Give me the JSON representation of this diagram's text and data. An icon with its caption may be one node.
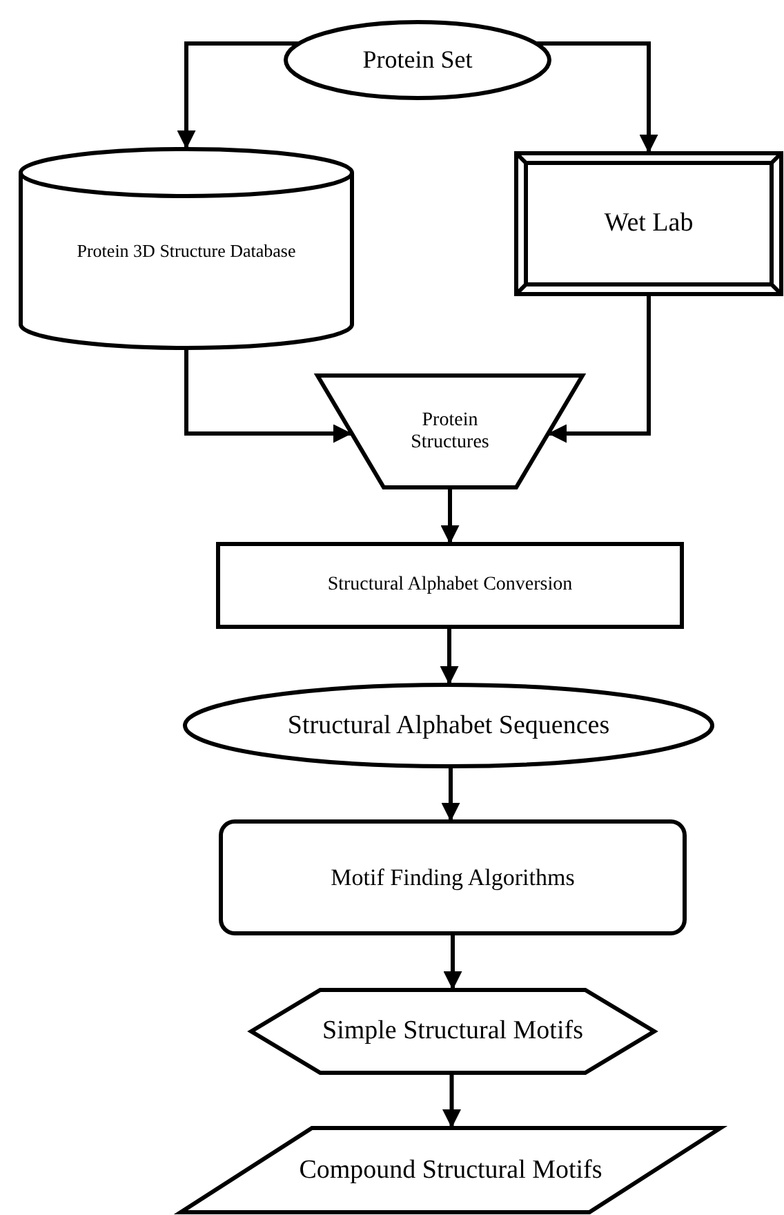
{
  "diagram": {
    "nodes": [
      {
        "text": [
          "Protein Set"
        ]
      },
      {
        "text": [
          "Protein 3D Structure Database"
        ]
      },
      {
        "text": [
          "Wet Lab"
        ]
      },
      {
        "text": [
          "Protein Structures"
        ]
      },
      {
        "text": [
          "Structural Alphabet Conversion"
        ]
      },
      {
        "text": [
          "Structural Alphabet Sequences"
        ]
      },
      {
        "text": [
          "Motif Finding Algorithms"
        ]
      },
      {
        "text": [
          "Simple Structural Motifs"
        ]
      },
      {
        "text": [
          "Compound Structural Motifs"
        ]
      }
    ],
    "edges": [
      {
        "from": 0,
        "to": 1,
        "arrow": "to"
      },
      {
        "from": 0,
        "to": 2,
        "arrow": "to"
      },
      {
        "from": 1,
        "to": 3,
        "arrow": "to"
      },
      {
        "from": 2,
        "to": 3,
        "arrow": "to"
      },
      {
        "from": 3,
        "to": 4,
        "arrow": "to"
      },
      {
        "from": 4,
        "to": 5,
        "arrow": "to"
      },
      {
        "from": 5,
        "to": 6,
        "arrow": "to"
      },
      {
        "from": 6,
        "to": 7,
        "arrow": "to"
      },
      {
        "from": 7,
        "to": 8,
        "arrow": "to"
      }
    ]
  }
}
